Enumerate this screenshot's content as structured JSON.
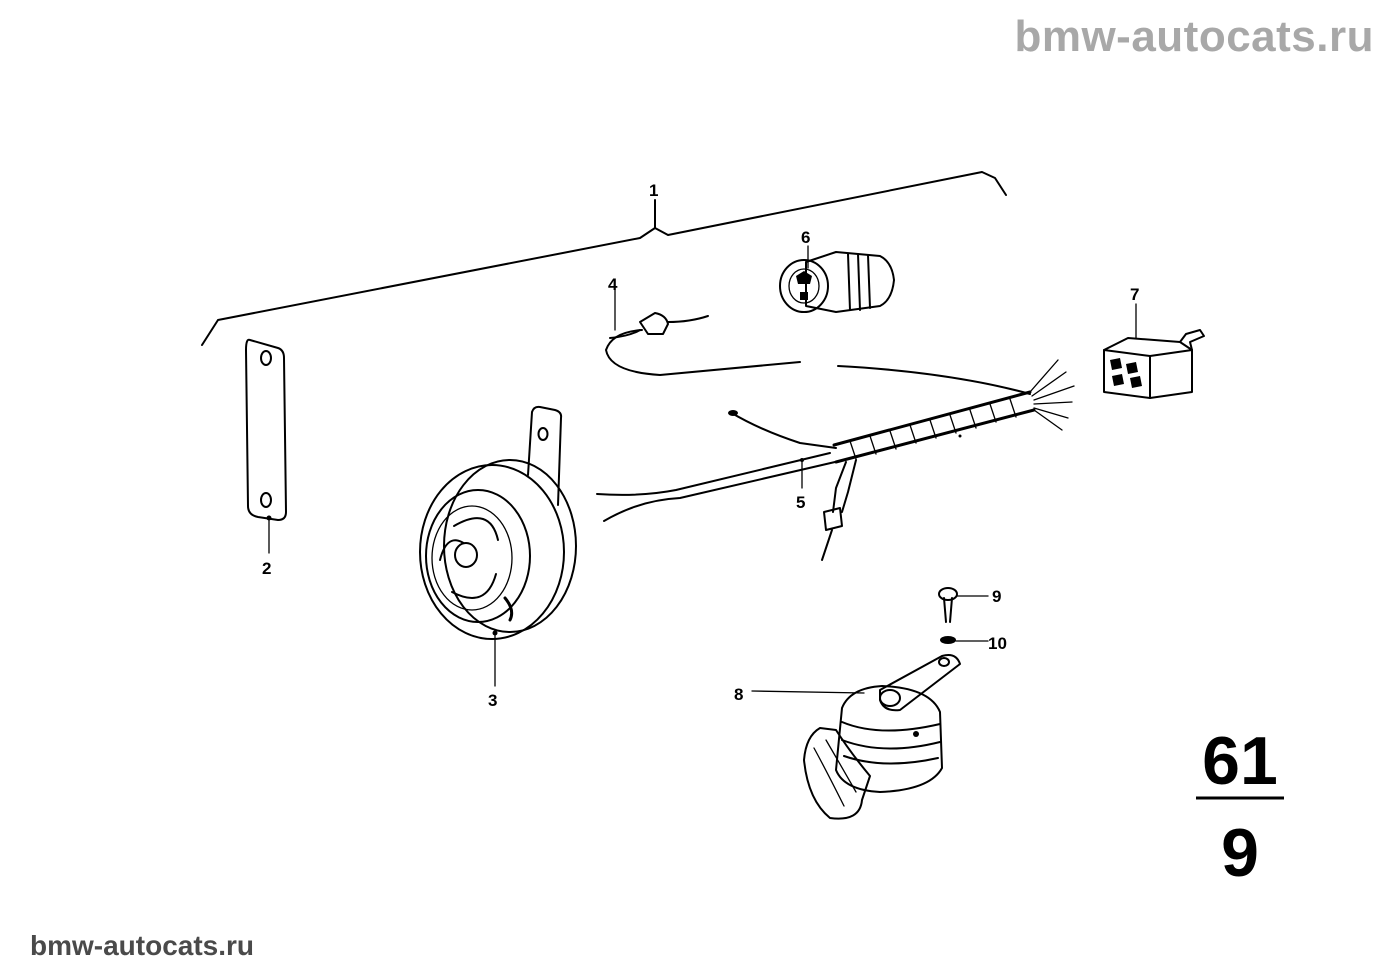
{
  "watermarks": {
    "top": "bmw-autocats.ru",
    "bottom": "bmw-autocats.ru"
  },
  "callouts": [
    {
      "id": "1",
      "label": "1"
    },
    {
      "id": "2",
      "label": "2"
    },
    {
      "id": "3",
      "label": "3"
    },
    {
      "id": "4",
      "label": "4"
    },
    {
      "id": "5",
      "label": "5"
    },
    {
      "id": "6",
      "label": "6"
    },
    {
      "id": "7",
      "label": "7"
    },
    {
      "id": "8",
      "label": "8"
    },
    {
      "id": "9",
      "label": "9"
    },
    {
      "id": "10",
      "label": "10"
    }
  ],
  "page_number": {
    "group": "61",
    "subgroup": "9"
  }
}
